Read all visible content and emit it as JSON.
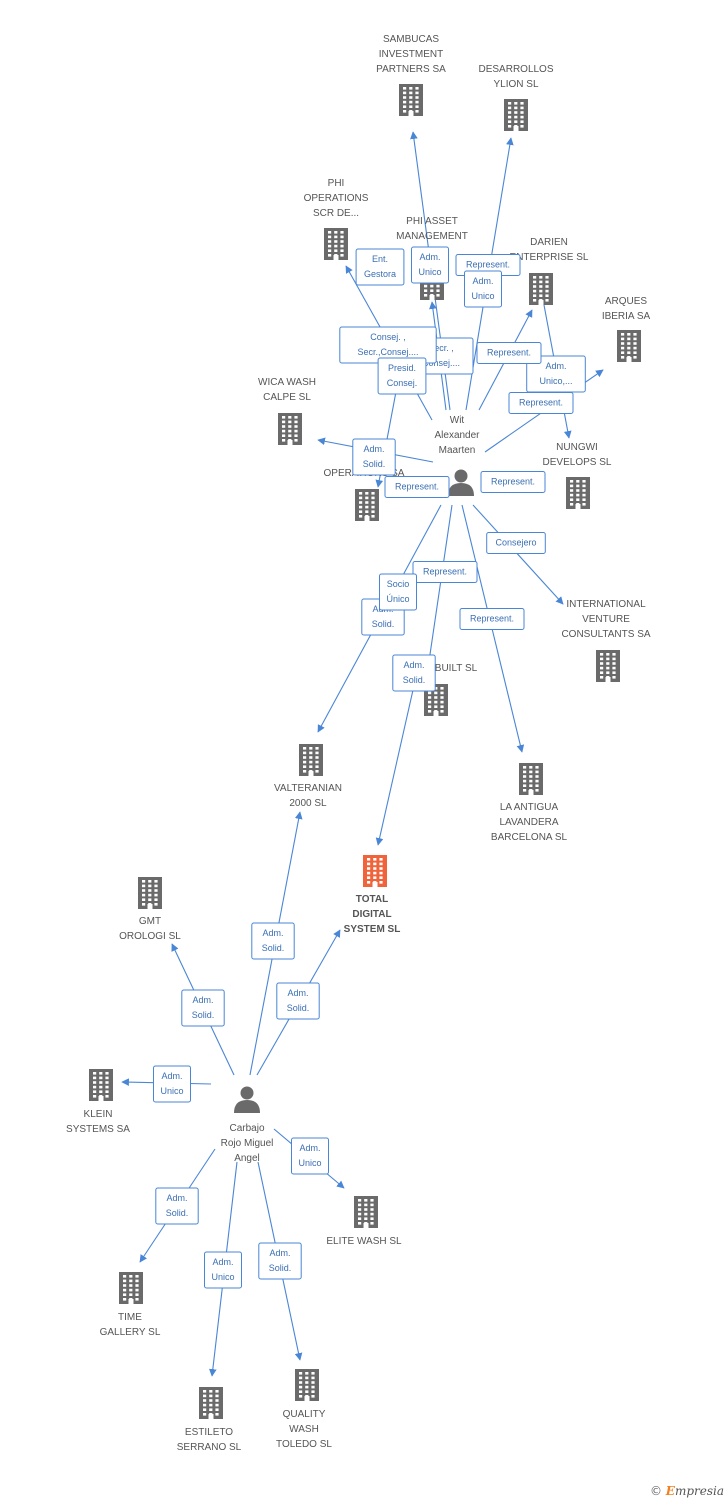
{
  "colors": {
    "edge": "#4a86d6",
    "company_icon": "#6a6a6a",
    "main_company_icon": "#f0643c",
    "person_icon": "#6a6a6a",
    "label_box_border": "#4a86d6",
    "label_text": "#3a6fb3"
  },
  "nodes": [
    {
      "id": "sambucas",
      "type": "company",
      "label": [
        "SAMBUCAS",
        "INVESTMENT",
        "PARTNERS SA"
      ]
    },
    {
      "id": "desarrollos",
      "type": "company",
      "label": [
        "DESARROLLOS",
        "YLION SL"
      ]
    },
    {
      "id": "phi_ops",
      "type": "company",
      "label": [
        "PHI",
        "OPERATIONS",
        "SCR DE..."
      ]
    },
    {
      "id": "phi_asset",
      "type": "company",
      "label": [
        "PHI ASSET",
        "MANAGEMENT"
      ]
    },
    {
      "id": "darien",
      "type": "company",
      "label": [
        "DARIEN",
        "ENTERPRISE SL"
      ]
    },
    {
      "id": "arques",
      "type": "company",
      "label": [
        "ARQUES",
        "IBERIA SA"
      ]
    },
    {
      "id": "wica",
      "type": "company",
      "label": [
        "WICA WASH",
        "CALPE SL"
      ]
    },
    {
      "id": "wit",
      "type": "person",
      "label": [
        "Wit",
        "Alexander",
        "Maarten"
      ]
    },
    {
      "id": "nungwi",
      "type": "company",
      "label": [
        "NUNGWI",
        "DEVELOPS SL"
      ]
    },
    {
      "id": "operations",
      "type": "company",
      "label": [
        "OPERATIONS SA"
      ]
    },
    {
      "id": "ivc",
      "type": "company",
      "label": [
        "INTERNATIONAL",
        "VENTURE",
        "CONSULTANTS SA"
      ]
    },
    {
      "id": "built",
      "type": "company",
      "label": [
        "BUILT SL"
      ]
    },
    {
      "id": "valteranian",
      "type": "company",
      "label": [
        "VALTERANIAN",
        "2000 SL"
      ]
    },
    {
      "id": "antigua",
      "type": "company",
      "label": [
        "LA ANTIGUA",
        "LAVANDERA",
        "BARCELONA SL"
      ]
    },
    {
      "id": "total",
      "type": "main",
      "label": [
        "TOTAL",
        "DIGITAL",
        "SYSTEM SL"
      ]
    },
    {
      "id": "gmt",
      "type": "company",
      "label": [
        "GMT",
        "OROLOGI SL"
      ]
    },
    {
      "id": "klein",
      "type": "company",
      "label": [
        "KLEIN",
        "SYSTEMS SA"
      ]
    },
    {
      "id": "carbajo",
      "type": "person",
      "label": [
        "Carbajo",
        "Rojo Miguel",
        "Angel"
      ]
    },
    {
      "id": "elite",
      "type": "company",
      "label": [
        "ELITE WASH SL"
      ]
    },
    {
      "id": "time",
      "type": "company",
      "label": [
        "TIME",
        "GALLERY SL"
      ]
    },
    {
      "id": "estileto",
      "type": "company",
      "label": [
        "ESTILETO",
        "SERRANO SL"
      ]
    },
    {
      "id": "quality",
      "type": "company",
      "label": [
        "QUALITY",
        "WASH",
        "TOLEDO SL"
      ]
    }
  ],
  "edges": [
    {
      "from": "wit",
      "to": "sambucas",
      "label": [
        "Adm.",
        "Unico"
      ]
    },
    {
      "from": "wit",
      "to": "desarrollos",
      "label": [
        "Represent."
      ]
    },
    {
      "from": "wit",
      "to": "phi_ops",
      "label": [
        "Ent.",
        "Gestora"
      ]
    },
    {
      "from": "wit",
      "to": "phi_asset",
      "label": [
        "Secr. ,",
        "Consej...."
      ]
    },
    {
      "from": "wit",
      "to": "darien",
      "label": [
        "Adm.",
        "Unico"
      ]
    },
    {
      "from": "wit",
      "to": "arques",
      "label": [
        "Represent."
      ]
    },
    {
      "from": "wit",
      "to": "nungwi",
      "label": [
        "Adm.",
        "Unico,..."
      ]
    },
    {
      "from": "wit",
      "to": "wica",
      "label": [
        "Consej. ,",
        "Secr.,Consej...."
      ]
    },
    {
      "from": "wit",
      "to": "operations",
      "label": [
        "Presid.",
        "Consej."
      ]
    },
    {
      "from": "wit",
      "to": "ivc",
      "label": [
        "Consejero"
      ]
    },
    {
      "from": "wit",
      "to": "antigua",
      "label": [
        "Represent."
      ]
    },
    {
      "from": "wit",
      "to": "built",
      "label": [
        "Represent."
      ]
    },
    {
      "from": "wit",
      "to": "valteranian",
      "label": [
        "Adm.",
        "Solid."
      ]
    },
    {
      "from": "wit",
      "to": "total",
      "label": [
        "Adm.",
        "Solid."
      ]
    },
    {
      "from": "carbajo",
      "to": "valteranian",
      "label": [
        "Adm.",
        "Solid."
      ]
    },
    {
      "from": "carbajo",
      "to": "total",
      "label": [
        "Adm.",
        "Solid."
      ]
    },
    {
      "from": "carbajo",
      "to": "gmt",
      "label": [
        "Adm.",
        "Solid."
      ]
    },
    {
      "from": "carbajo",
      "to": "klein",
      "label": [
        "Adm.",
        "Unico"
      ]
    },
    {
      "from": "carbajo",
      "to": "elite",
      "label": [
        "Adm.",
        "Unico"
      ]
    },
    {
      "from": "carbajo",
      "to": "time",
      "label": [
        "Adm.",
        "Solid."
      ]
    },
    {
      "from": "carbajo",
      "to": "estileto",
      "label": [
        "Adm.",
        "Unico"
      ]
    },
    {
      "from": "carbajo",
      "to": "quality",
      "label": [
        "Adm.",
        "Solid."
      ]
    }
  ],
  "extra_labels": [
    {
      "text": [
        "Represent."
      ]
    },
    {
      "text": [
        "Represent."
      ]
    },
    {
      "text": [
        "Adm.",
        "Solid."
      ]
    },
    {
      "text": [
        "Represent."
      ]
    },
    {
      "text": [
        "Socio",
        "Único"
      ]
    }
  ],
  "footer": {
    "copyright": "©",
    "brand_first": "E",
    "brand_rest": "mpresia"
  }
}
